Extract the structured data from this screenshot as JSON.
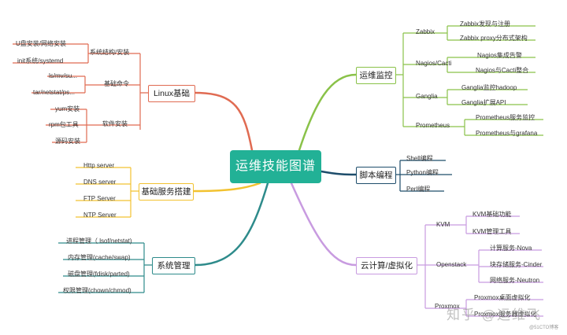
{
  "center": "运维技能图谱",
  "linux": {
    "title": "Linux基础",
    "color": "#e06b52",
    "groups": [
      {
        "label": "系统结构/安装",
        "items": [
          "U盘安装/网络安装",
          "init系统/systemd"
        ]
      },
      {
        "label": "基础命令",
        "items": [
          "ls/mv/su...",
          "tar/netstat/ps..."
        ]
      },
      {
        "label": "软件安装",
        "items": [
          "yum安装",
          "rpm包工具",
          "源码安装"
        ]
      }
    ]
  },
  "monitor": {
    "title": "运维监控",
    "color": "#8ac249",
    "groups": [
      {
        "label": "Zabbix",
        "items": [
          "Zabbix发现与注册",
          "Zabbix proxy分布式架构"
        ]
      },
      {
        "label": "Nagios/Cacti",
        "items": [
          "Nagios集成告警",
          "Nagios与Cacti整合"
        ]
      },
      {
        "label": "Ganglia",
        "items": [
          "Ganglia监控hadoop",
          "Ganglia扩展API"
        ]
      },
      {
        "label": "Prometheus",
        "items": [
          "Prometheus服务监控",
          "Prometheus与grafana"
        ]
      }
    ]
  },
  "script": {
    "title": "脚本编程",
    "color": "#1e4d6b",
    "items": [
      "Shell编程",
      "Python编程",
      "Perl编程"
    ]
  },
  "basic_server": {
    "title": "基础服务搭建",
    "color": "#f2c230",
    "items": [
      "Http server",
      "DNS server",
      "FTP Server",
      "NTP Server"
    ]
  },
  "sysadmin": {
    "title": "系统管理",
    "color": "#2e8b8b",
    "items": [
      "进程管理（ lsof/netstat)",
      "内存管理(cache/swap)",
      "磁盘管理(fdisk/parted)",
      "权限管理(chown/chmod)"
    ]
  },
  "cloud": {
    "title": "云计算/虚拟化",
    "color": "#c89be0",
    "groups": [
      {
        "label": "KVM",
        "items": [
          "KVM基础功能",
          "KVM管理工具"
        ]
      },
      {
        "label": "Openstack",
        "items": [
          "计算服务-Nova",
          "块存储服务-Cinder",
          "网络服务-Neutron"
        ]
      },
      {
        "label": "Proxmox",
        "items": [
          "Proxmox桌面虚拟化",
          "Proxmox服务器虚拟化"
        ]
      }
    ]
  },
  "watermark": "知乎 @运维飞",
  "watermark_small": "@51CTO博客"
}
